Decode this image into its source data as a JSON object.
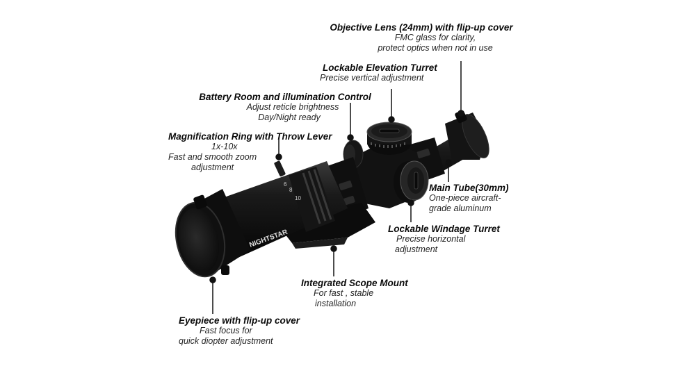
{
  "product": {
    "brand": "NIGHTSTAR",
    "magnification_marks": [
      "6",
      "8",
      "10"
    ]
  },
  "callouts": [
    {
      "id": "objective-lens",
      "title": "Objective Lens (24mm) with flip-up cover",
      "lines": [
        "FMC  glass for clarity,",
        "protect optics when not in use"
      ]
    },
    {
      "id": "elevation-turret",
      "title": "Lockable Elevation Turret",
      "lines": [
        "Precise vertical adjustment"
      ]
    },
    {
      "id": "battery-room",
      "title": "Battery Room and illumination Control",
      "lines": [
        "Adjust reticle brightness",
        "Day/Night ready"
      ]
    },
    {
      "id": "magnification-ring",
      "title": "Magnification Ring with Throw Lever",
      "lines": [
        "1x-10x",
        "Fast and smooth zoom",
        "adjustment"
      ]
    },
    {
      "id": "main-tube",
      "title": "Main Tube(30mm)",
      "lines": [
        "One-piece aircraft-",
        "grade aluminum"
      ]
    },
    {
      "id": "windage-turret",
      "title": "Lockable Windage Turret",
      "lines": [
        "Precise horizontal",
        "adjustment"
      ]
    },
    {
      "id": "scope-mount",
      "title": "Integrated Scope Mount",
      "lines": [
        "For fast , stable",
        "installation"
      ]
    },
    {
      "id": "eyepiece",
      "title": "Eyepiece with flip-up cover",
      "lines": [
        "Fast focus for",
        "quick diopter adjustment"
      ]
    }
  ]
}
